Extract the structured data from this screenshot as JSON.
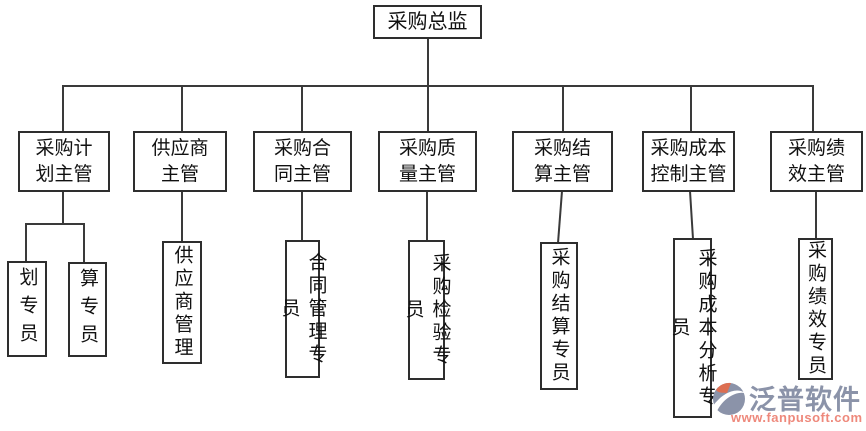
{
  "diagram": {
    "title_node": "采购总监",
    "supervisors": [
      {
        "name": "procurement-planning-supervisor",
        "lines": [
          "采购计",
          "划主管"
        ]
      },
      {
        "name": "supplier-supervisor",
        "lines": [
          "供应商",
          "主管"
        ]
      },
      {
        "name": "contract-supervisor",
        "lines": [
          "采购合",
          "同主管"
        ]
      },
      {
        "name": "quality-supervisor",
        "lines": [
          "采购质",
          "量主管"
        ]
      },
      {
        "name": "settlement-supervisor",
        "lines": [
          "采购结",
          "算主管"
        ]
      },
      {
        "name": "cost-control-supervisor",
        "lines": [
          "采购成本",
          "控制主管"
        ]
      },
      {
        "name": "performance-supervisor",
        "lines": [
          "采购绩",
          "效主管"
        ]
      }
    ],
    "specialists": [
      {
        "name": "planning-specialist",
        "label": "划专员"
      },
      {
        "name": "budget-specialist",
        "label": "算专员"
      },
      {
        "name": "supplier-management",
        "label": "供应商管理"
      },
      {
        "name": "contract-mgmt-specialist",
        "label": "合同管理专员"
      },
      {
        "name": "inspection-specialist",
        "label": "采购检验专员"
      },
      {
        "name": "settlement-specialist",
        "label": "采购结算专员"
      },
      {
        "name": "cost-analysis-specialist",
        "label": "采购成本分析专员"
      },
      {
        "name": "performance-specialist",
        "label": "采购绩效专员"
      }
    ],
    "colors": {
      "box_border": "#2e2e2e",
      "connector": "#3a3a3a",
      "background": "#ffffff"
    }
  },
  "watermark": {
    "brand": "泛普软件",
    "url": "www.fanpusoft.com",
    "brand_color": "#8b93a9",
    "url_color": "#ee897c",
    "logo_blue": "#8b93a9",
    "logo_orange": "#dd6f52"
  }
}
